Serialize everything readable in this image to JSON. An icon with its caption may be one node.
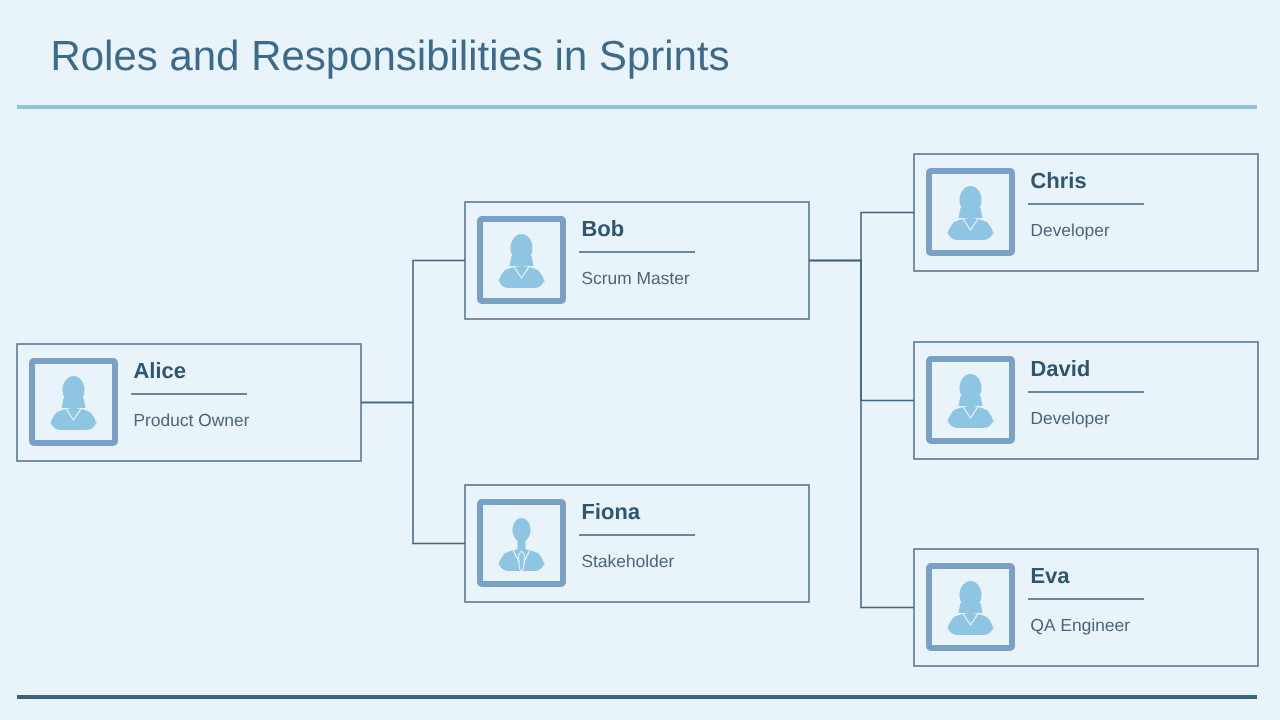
{
  "diagram": {
    "title": "Roles and Responsibilities in Sprints",
    "nodes": [
      {
        "text": [
          "Alice",
          "Product Owner"
        ]
      },
      {
        "text": [
          "Bob",
          "Scrum Master"
        ]
      },
      {
        "text": [
          "Fiona",
          "Stakeholder"
        ]
      },
      {
        "text": [
          "Chris",
          "Developer"
        ]
      },
      {
        "text": [
          "David",
          "Developer"
        ]
      },
      {
        "text": [
          "Eva",
          "QA Engineer"
        ]
      }
    ],
    "edges": [
      {
        "from": 0,
        "to": 1,
        "arrow": "none"
      },
      {
        "from": 0,
        "to": 2,
        "arrow": "none"
      },
      {
        "from": 1,
        "to": 3,
        "arrow": "none"
      },
      {
        "from": 1,
        "to": 4,
        "arrow": "none"
      },
      {
        "from": 1,
        "to": 5,
        "arrow": "none"
      }
    ]
  }
}
